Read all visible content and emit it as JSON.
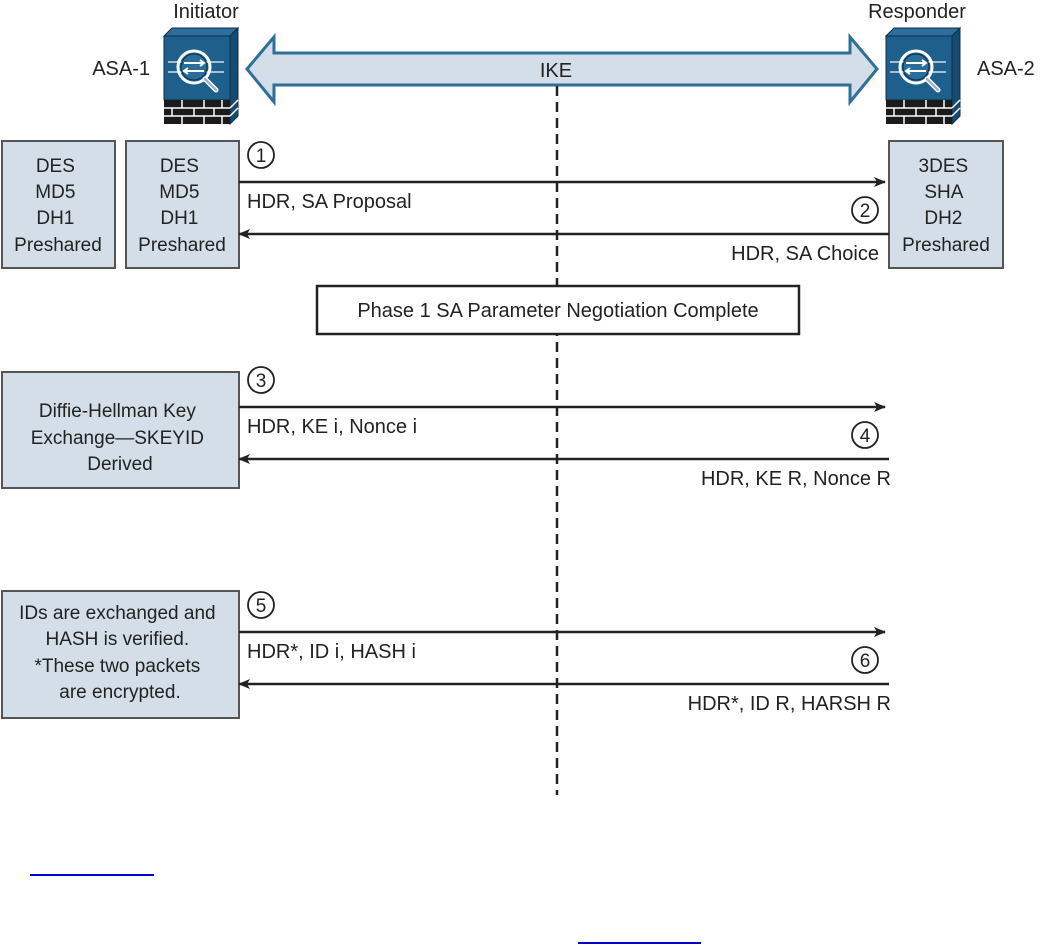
{
  "title": "IKE Phase 1 Main Mode Exchange",
  "colors": {
    "device_blue": "#1f5f8b",
    "box_fill": "#d3dee8",
    "ike_arrow_fill": "#d3dee8",
    "ike_arrow_stroke": "#2e6f98",
    "link": "#0000cc"
  },
  "devices": {
    "initiator": {
      "role": "Initiator",
      "name": "ASA-1",
      "icon": "asa-firewall-icon"
    },
    "responder": {
      "role": "Responder",
      "name": "ASA-2",
      "icon": "asa-firewall-icon"
    }
  },
  "ike_label": "IKE",
  "proposal_boxes": {
    "initiator_policy_1": [
      "DES",
      "MD5",
      "DH1",
      "Preshared"
    ],
    "initiator_policy_2": [
      "DES",
      "MD5",
      "DH1",
      "Preshared"
    ],
    "responder_policy": [
      "3DES",
      "SHA",
      "DH2",
      "Preshared"
    ]
  },
  "phase_banner": "Phase 1 SA Parameter Negotiation Complete",
  "info_boxes": {
    "dh": [
      "Diffie-Hellman Key",
      "Exchange—SKEYID",
      "Derived"
    ],
    "ids": [
      "IDs are exchanged and",
      "HASH is verified.",
      "*These two packets",
      "are encrypted."
    ]
  },
  "messages": [
    {
      "step": "1",
      "direction": "right",
      "label": "HDR, SA Proposal"
    },
    {
      "step": "2",
      "direction": "left",
      "label": "HDR, SA Choice"
    },
    {
      "step": "3",
      "direction": "right",
      "label": "HDR, KE i, Nonce i"
    },
    {
      "step": "4",
      "direction": "left",
      "label": "HDR, KE R, Nonce R"
    },
    {
      "step": "5",
      "direction": "right",
      "label": "HDR*, ID i, HASH i"
    },
    {
      "step": "6",
      "direction": "left",
      "label": "HDR*, ID R, HARSH R"
    }
  ],
  "links": [
    {
      "name": "figure-link",
      "text": ""
    },
    {
      "name": "reference-link",
      "text": ""
    }
  ]
}
